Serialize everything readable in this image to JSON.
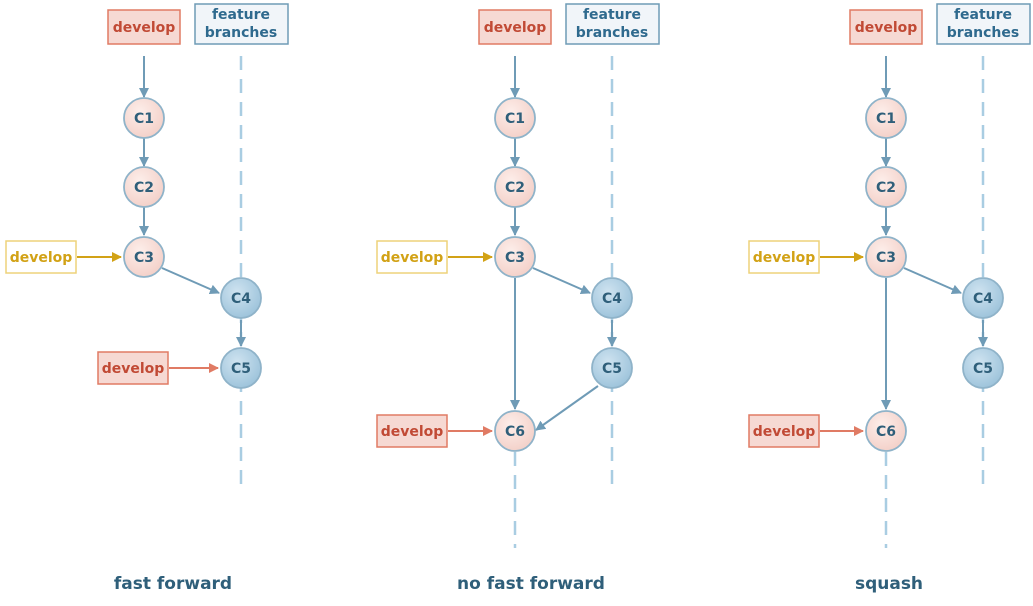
{
  "colors": {
    "edge": "#6f9bb6",
    "develop_red": "#c14a35",
    "develop_red_fill": "#f6d9d3",
    "develop_red_border": "#e07b64",
    "develop_yellow": "#d2a216",
    "develop_yellow_border": "#edd27a",
    "feature_text": "#2f6a8e",
    "feature_fill": "#f1f5f9",
    "feature_border": "#6f9bb6",
    "pink_node": "#f8dcd7",
    "blue_node": "#aecde1",
    "node_text": "#2f5f7a"
  },
  "panels": [
    {
      "caption": "fast forward",
      "top_label": "develop",
      "feature_label_line1": "feature",
      "feature_label_line2": "branches",
      "nodes": [
        "C1",
        "C2",
        "C3",
        "C4",
        "C5"
      ],
      "side_labels": [
        "develop",
        "develop"
      ]
    },
    {
      "caption": "no fast forward",
      "top_label": "develop",
      "feature_label_line1": "feature",
      "feature_label_line2": "branches",
      "nodes": [
        "C1",
        "C2",
        "C3",
        "C4",
        "C5",
        "C6"
      ],
      "side_labels": [
        "develop",
        "develop"
      ]
    },
    {
      "caption": "squash",
      "top_label": "develop",
      "feature_label_line1": "feature",
      "feature_label_line2": "branches",
      "nodes": [
        "C1",
        "C2",
        "C3",
        "C4",
        "C5",
        "C6"
      ],
      "side_labels": [
        "develop",
        "develop"
      ]
    }
  ]
}
